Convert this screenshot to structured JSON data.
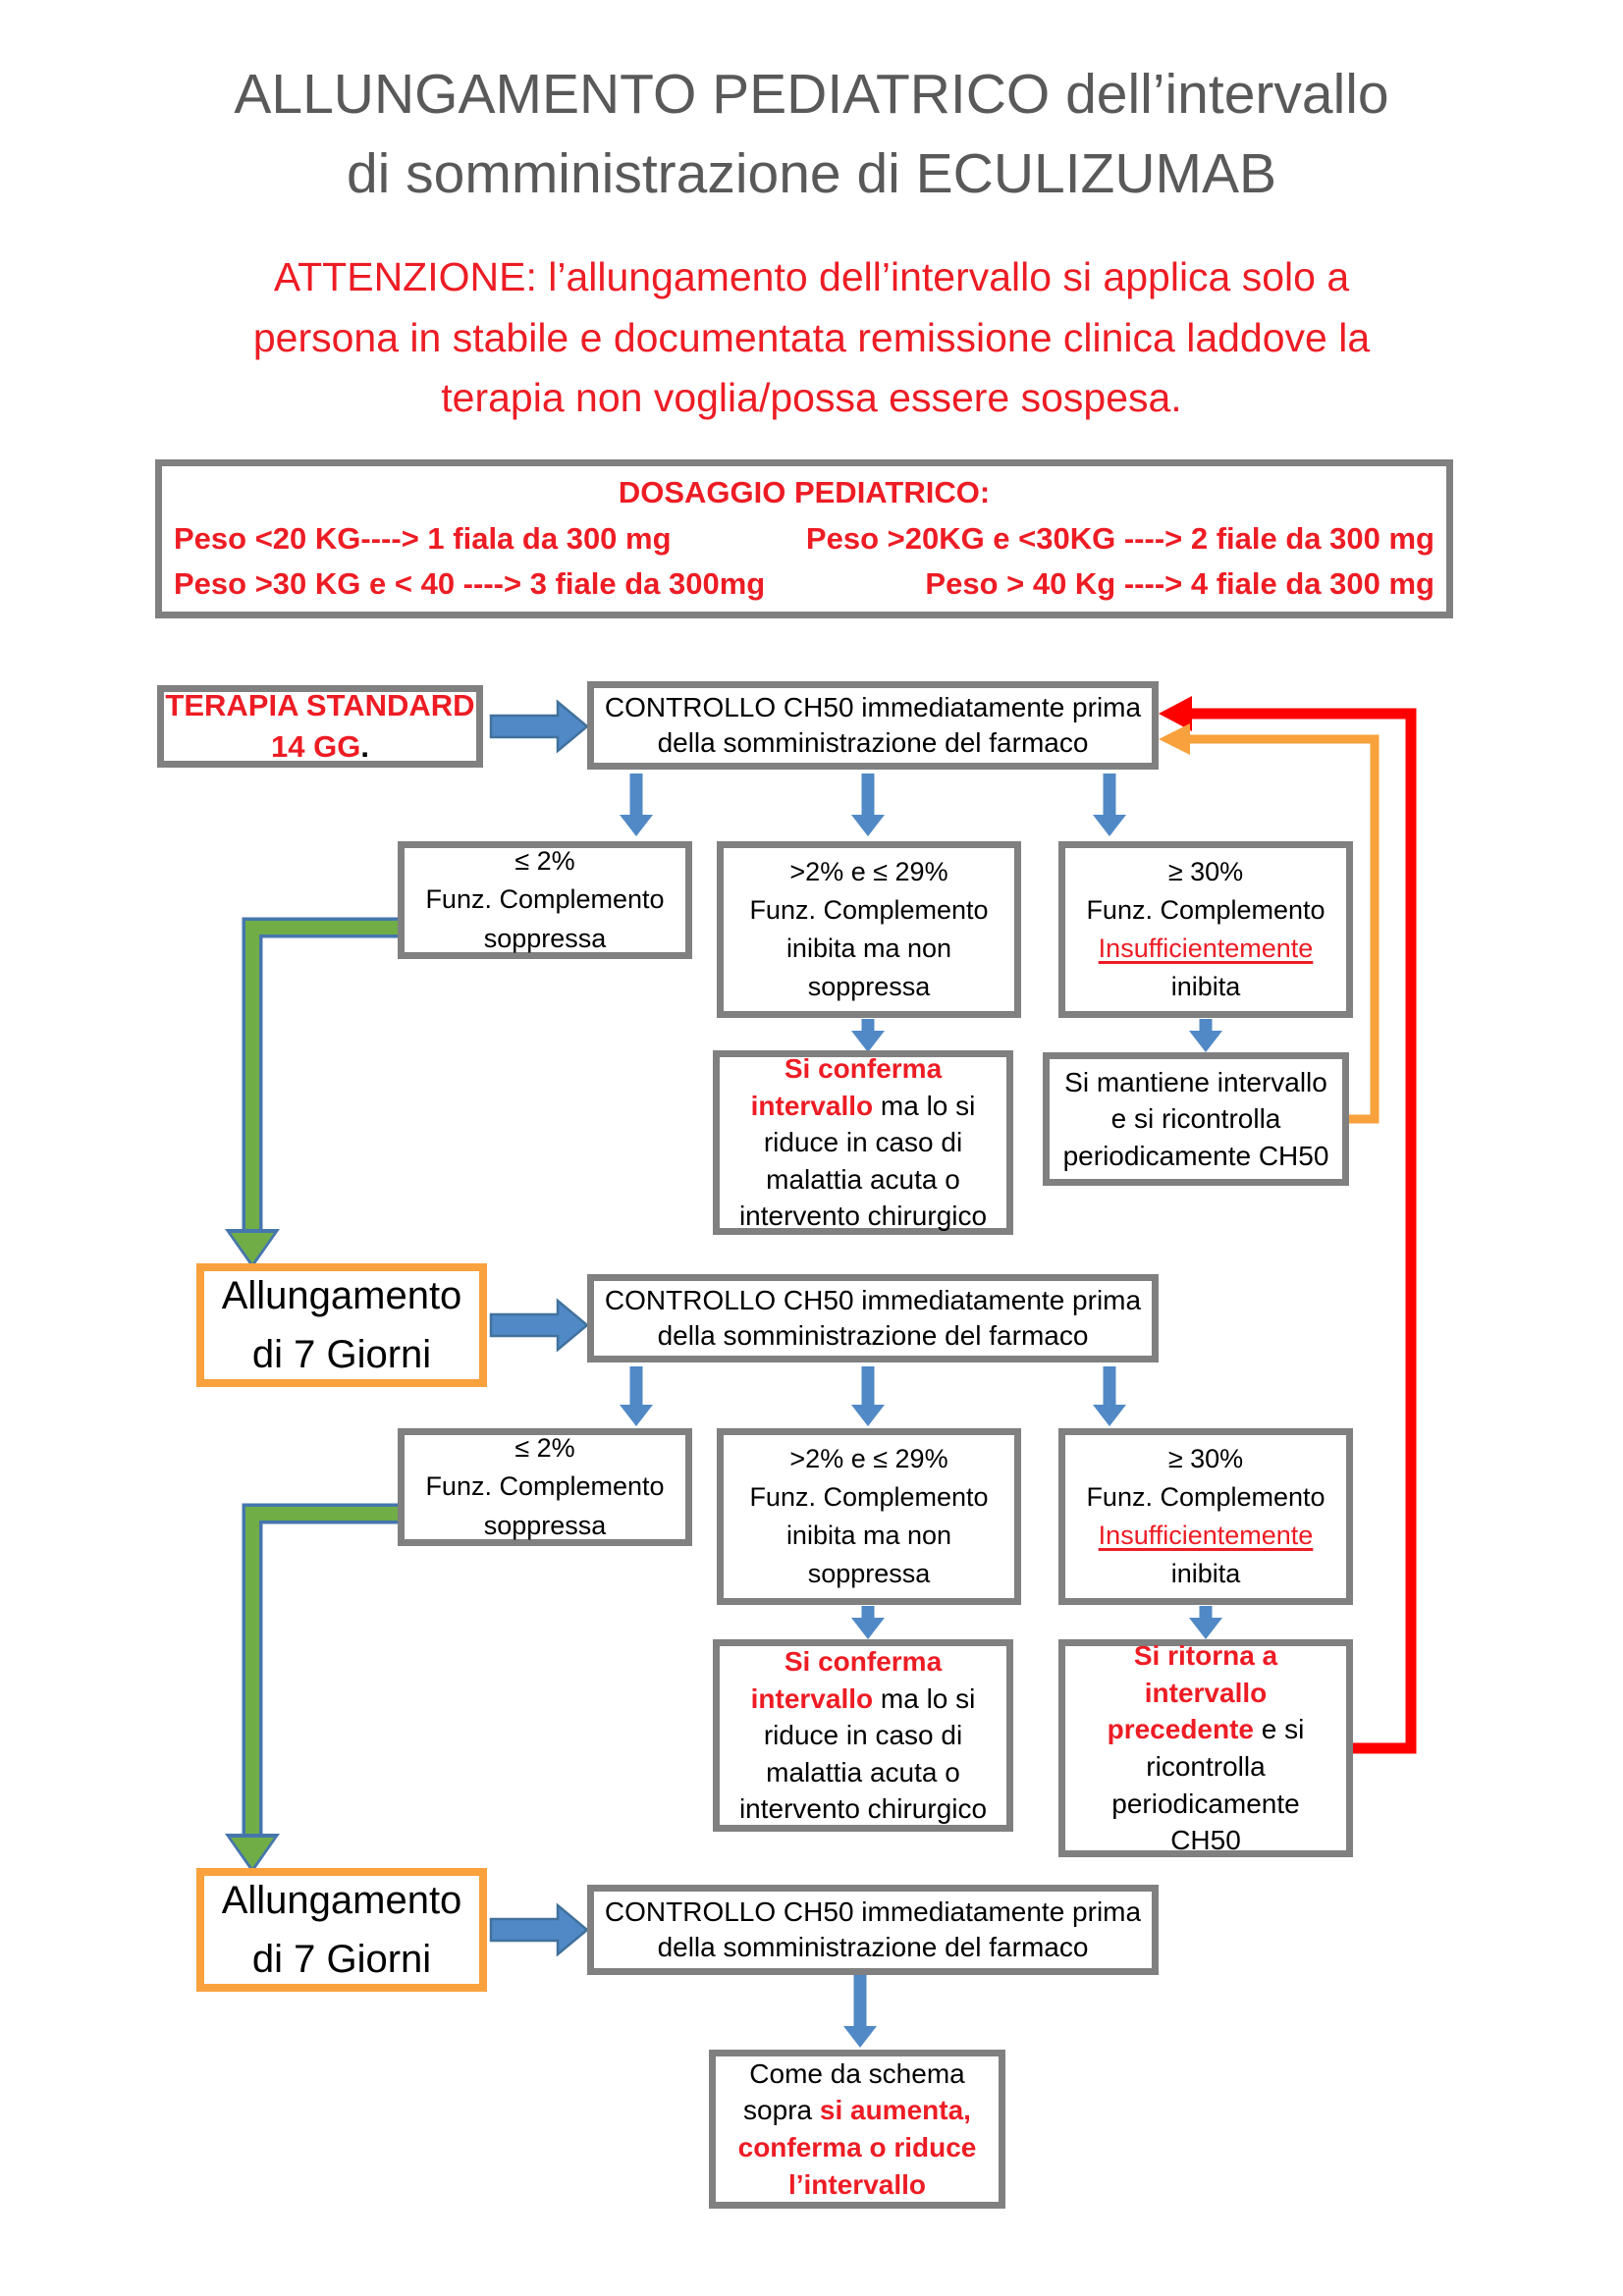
{
  "title": {
    "lines": [
      "ALLUNGAMENTO PEDIATRICO dell’intervallo",
      "di somministrazione di  ECULIZUMAB"
    ]
  },
  "warning": {
    "lines": [
      "ATTENZIONE: l’allungamento dell’intervallo si applica solo a",
      "persona in stabile e documentata remissione clinica laddove la",
      "terapia non voglia/possa essere sospesa."
    ]
  },
  "dosage": {
    "title": "DOSAGGIO PEDIATRICO:",
    "row1_left": "Peso <20 KG----> 1 fiala da 300 mg",
    "row1_right": "Peso >20KG e <30KG ----> 2 fiale da 300 mg",
    "row2_left": "Peso >30 KG e < 40 ----> 3 fiale da 300mg",
    "row2_right": "Peso > 40 Kg ----> 4 fiale da 300 mg"
  },
  "flow": {
    "terapia_line1": "TERAPIA STANDARD",
    "terapia_line2": "14 GG",
    "terapia_period": ".",
    "controllo_line1": "CONTROLLO CH50 immediatamente prima",
    "controllo_line2": "della somministrazione del farmaco",
    "branch_low": {
      "pct": "≤ 2%",
      "line2": "Funz. Complemento",
      "line3": "soppressa"
    },
    "branch_mid": {
      "pct": ">2% e ≤ 29%",
      "line2": "Funz. Complemento",
      "line3": "inibita ma non",
      "line4": "soppressa"
    },
    "branch_high": {
      "pct": "≥ 30%",
      "line2": "Funz. Complemento",
      "line3": "Insufficientemente",
      "line4": "inibita"
    },
    "conferma_red": "Si conferma intervallo",
    "conferma_black": " ma lo si riduce in caso di malattia acuta o intervento chirurgico",
    "mantiene": "Si mantiene intervallo e si ricontrolla periodicamente CH50",
    "ritorna_red": "Si ritorna a intervallo precedente",
    "ritorna_black": " e si ricontrolla periodicamente CH50",
    "allungamento_line1": "Allungamento",
    "allungamento_line2": "di 7 Giorni",
    "final_black": "Come da schema sopra ",
    "final_red": "si aumenta, conferma o riduce l’intervallo"
  },
  "colors": {
    "title_gray": "#595959",
    "text_red": "#ED1C24",
    "border_gray": "#808080",
    "box_orange_border": "#F9A13C",
    "arrow_blue_fill": "#5089C6",
    "arrow_blue_outline": "#41719C",
    "green_arrow_fill": "#70AD47",
    "green_arrow_outline": "#4576AD",
    "connector_red": "#FF0000",
    "connector_orange": "#F9A13C"
  }
}
